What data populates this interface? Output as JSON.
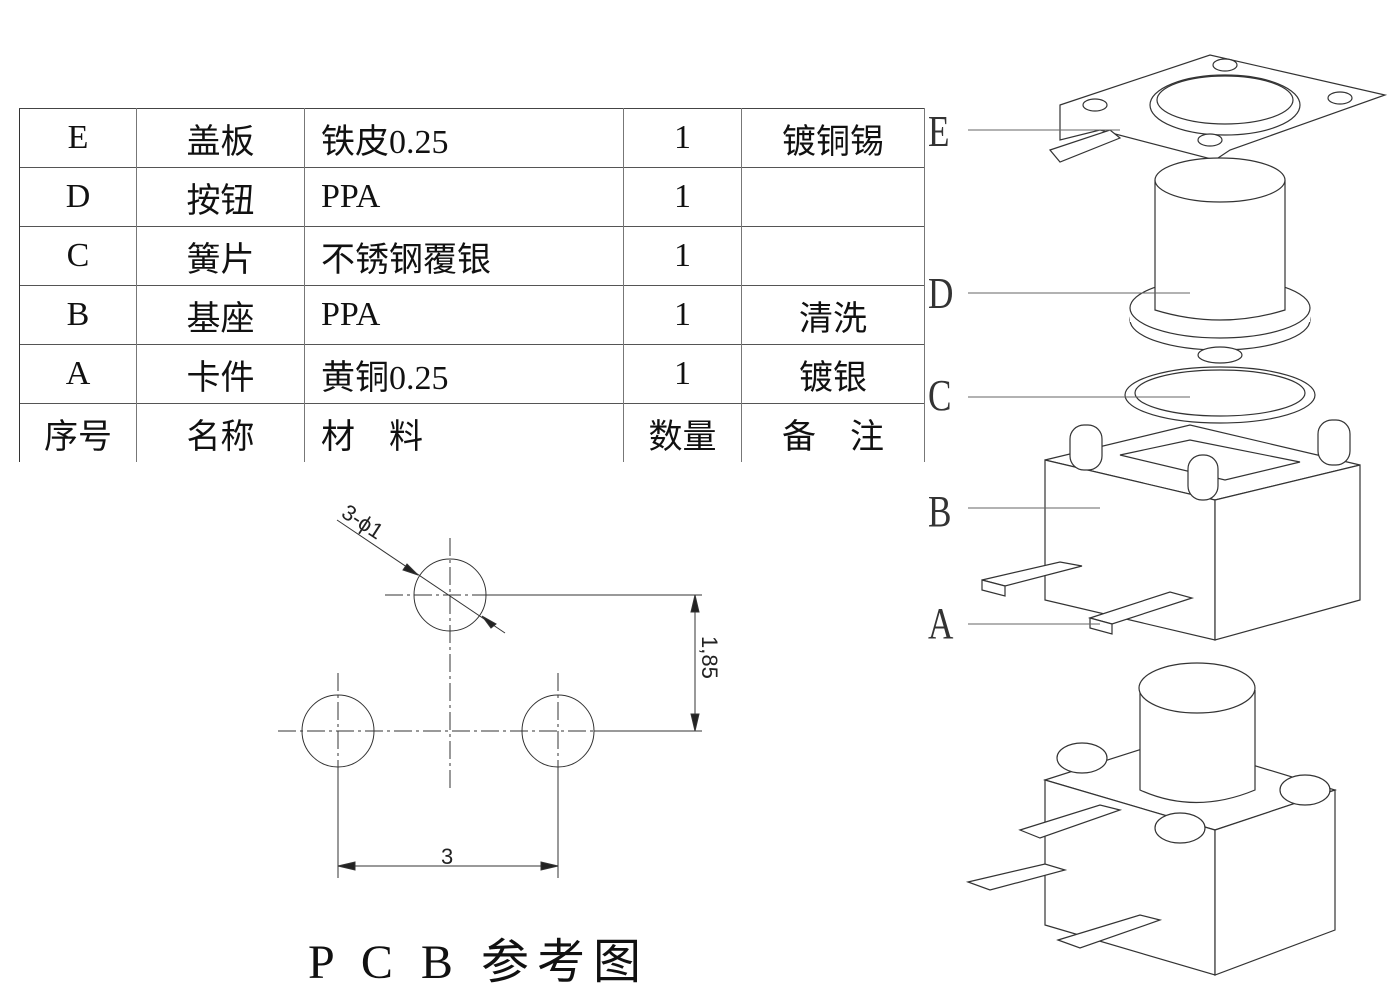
{
  "bom_table": {
    "rows": [
      {
        "id": "E",
        "name": "盖板",
        "material": "铁皮0.25",
        "qty": "1",
        "note": "镀铜锡"
      },
      {
        "id": "D",
        "name": "按钮",
        "material": "PPA",
        "qty": "1",
        "note": ""
      },
      {
        "id": "C",
        "name": "簧片",
        "material": "不锈钢覆银",
        "qty": "1",
        "note": ""
      },
      {
        "id": "B",
        "name": "基座",
        "material": "PPA",
        "qty": "1",
        "note": "清洗"
      },
      {
        "id": "A",
        "name": "卡件",
        "material": "黄铜0.25",
        "qty": "1",
        "note": "镀银"
      }
    ],
    "header": {
      "id": "序号",
      "name": "名称",
      "material": "材　料",
      "qty": "数量",
      "note": "备　注"
    }
  },
  "pcb": {
    "hole_label": "3-ϕ1",
    "height_dim": "1,85",
    "width_dim": "3",
    "title": "P C B 参考图"
  },
  "exploded_labels": [
    "E",
    "D",
    "C",
    "B",
    "A"
  ]
}
